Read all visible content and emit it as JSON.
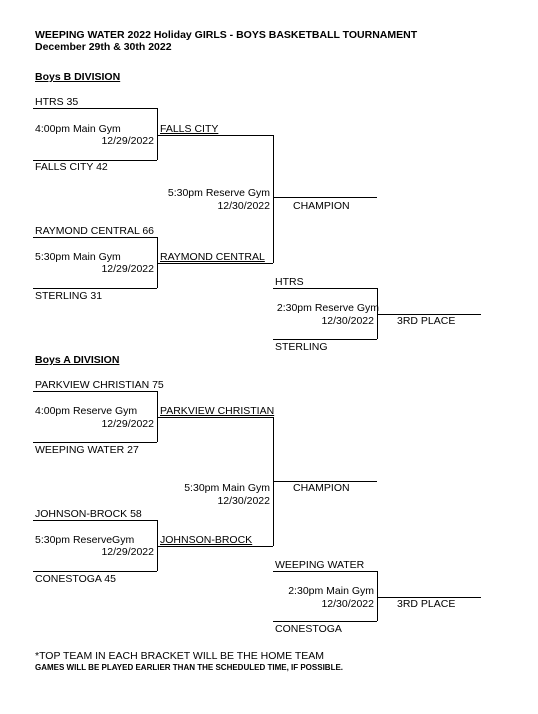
{
  "header": {
    "title": "WEEPING WATER 2022 Holiday GIRLS - BOYS  BASKETBALL TOURNAMENT",
    "dates": "December 29th & 30th 2022"
  },
  "boys_b": {
    "division_label": "Boys B DIVISION",
    "game1": {
      "top_team": "HTRS 35",
      "time": "4:00pm Main Gym",
      "date": "12/29/2022",
      "bottom_team": "FALLS CITY 42",
      "winner": "FALLS CITY"
    },
    "game2": {
      "top_team": "RAYMOND CENTRAL 66",
      "time": "5:30pm Main Gym",
      "date": "12/29/2022",
      "bottom_team": "STERLING 31",
      "winner": "RAYMOND CENTRAL"
    },
    "final": {
      "time": "5:30pm Reserve Gym",
      "date": "12/30/2022",
      "label": "CHAMPION"
    },
    "third": {
      "top_team": "HTRS",
      "time": "2:30pm Reserve Gym",
      "date": "12/30/2022",
      "bottom_team": "STERLING",
      "label": "3RD PLACE"
    }
  },
  "boys_a": {
    "division_label": "Boys A  DIVISION",
    "game1": {
      "top_team": "PARKVIEW CHRISTIAN 75",
      "time": "4:00pm Reserve Gym",
      "date": "12/29/2022",
      "bottom_team": "WEEPING WATER 27",
      "winner": "PARKVIEW CHRISTIAN"
    },
    "game2": {
      "top_team": "JOHNSON-BROCK 58",
      "time": "5:30pm ReserveGym",
      "date": "12/29/2022",
      "bottom_team": "CONESTOGA 45",
      "winner": "JOHNSON-BROCK"
    },
    "final": {
      "time": "5:30pm Main Gym",
      "date": "12/30/2022",
      "label": "CHAMPION"
    },
    "third": {
      "top_team": "WEEPING WATER",
      "time": "2:30pm Main Gym",
      "date": "12/30/2022",
      "bottom_team": "CONESTOGA",
      "label": "3RD PLACE"
    }
  },
  "footer": {
    "note1": "*TOP TEAM IN EACH BRACKET WILL BE THE HOME TEAM",
    "note2": "GAMES WILL BE PLAYED EARLIER THAN THE SCHEDULED TIME, IF POSSIBLE."
  }
}
